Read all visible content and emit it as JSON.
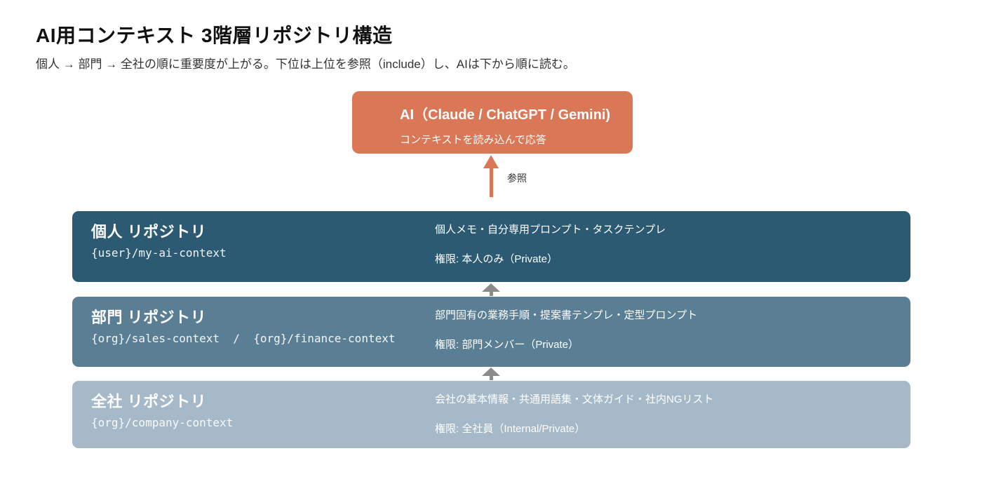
{
  "page": {
    "title": "AI用コンテキスト 3階層リポジトリ構造",
    "subtitle": "個人 → 部門 → 全社の順に重要度が上がる。下位は上位を参照（include）し、AIは下から順に読む。"
  },
  "ai_box": {
    "title": "AI（Claude / ChatGPT / Gemini)",
    "subtitle": "コンテキストを読み込んで応答",
    "color": "#d97757"
  },
  "reference_arrow": {
    "label": "参照",
    "color": "#d97757"
  },
  "tier_arrow_color": "#8b8b8b",
  "tiers": [
    {
      "name": "個人 リポジトリ",
      "repo": "{user}/my-ai-context",
      "description": "個人メモ・自分専用プロンプト・タスクテンプレ",
      "permission": "権限: 本人のみ（Private）",
      "color": "#2b5a72"
    },
    {
      "name": "部門 リポジトリ",
      "repo": "{org}/sales-context  /  {org}/finance-context",
      "description": "部門固有の業務手順・提案書テンプレ・定型プロンプト",
      "permission": "権限: 部門メンバー（Private）",
      "color": "#5a7e94"
    },
    {
      "name": "全社 リポジトリ",
      "repo": "{org}/company-context",
      "description": "会社の基本情報・共通用語集・文体ガイド・社内NGリスト",
      "permission": "権限: 全社員（Internal/Private）",
      "color": "#a5b9c8"
    }
  ]
}
